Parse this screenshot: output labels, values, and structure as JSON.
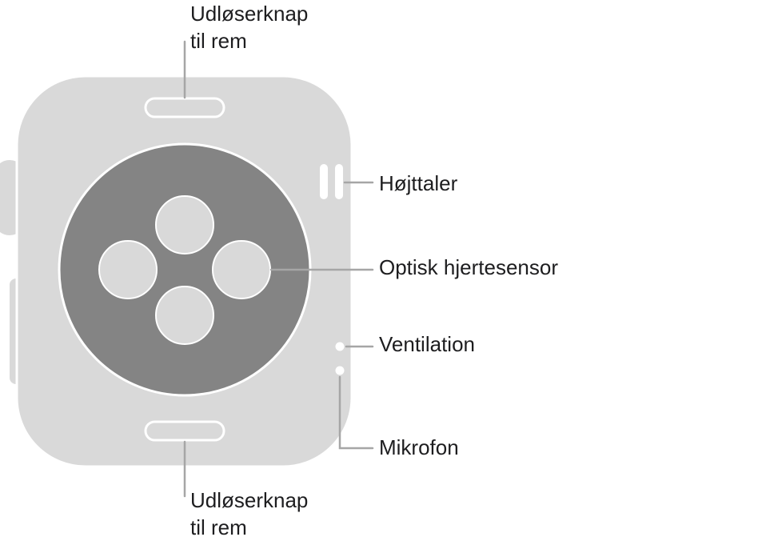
{
  "labels": {
    "band_release_top": {
      "line1": "Udløserknap",
      "line2": "til rem"
    },
    "speaker": "Højttaler",
    "optical_heart_sensor": "Optisk hjertesensor",
    "vent": "Ventilation",
    "microphone": "Mikrofon",
    "band_release_bottom": {
      "line1": "Udløserknap",
      "line2": "til rem"
    }
  },
  "colors": {
    "case": "#d9d9d9",
    "sensor_disc": "#848484",
    "sensor_pads": "#d9d9d9",
    "leader_lines": "#a6a6a6",
    "text": "#1d1d1f",
    "outline": "#ffffff"
  }
}
